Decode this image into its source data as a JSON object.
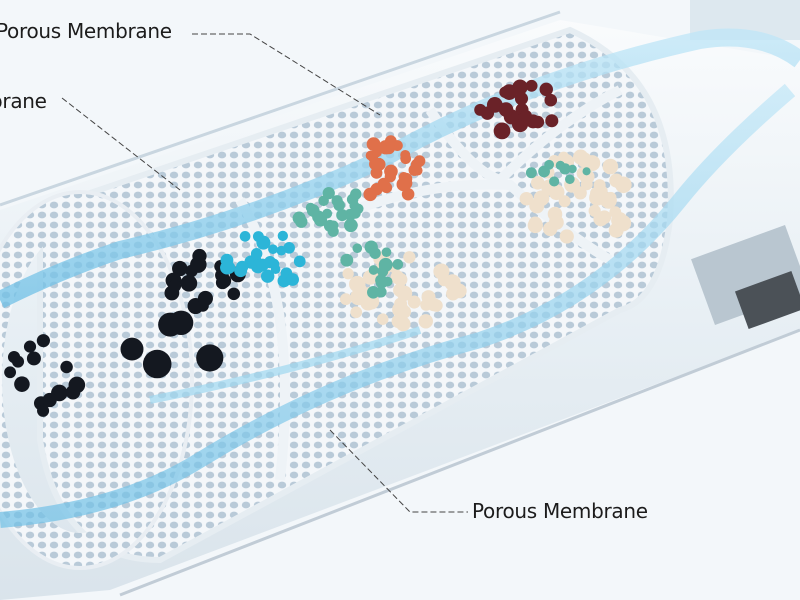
{
  "labels": {
    "top": "Porous Membrane",
    "left": "brane",
    "bottom": "Porous Membrane"
  },
  "colors": {
    "membrane": "#e9eef3",
    "water": "#8fd0ef",
    "tube": "#dfe9f0",
    "particle_black": "#141820",
    "particle_cyan": "#2cb5d8",
    "particle_teal": "#5fb4a4",
    "particle_orange": "#e0704a",
    "particle_darkred": "#6a2228",
    "particle_cream": "#efe0cc"
  }
}
